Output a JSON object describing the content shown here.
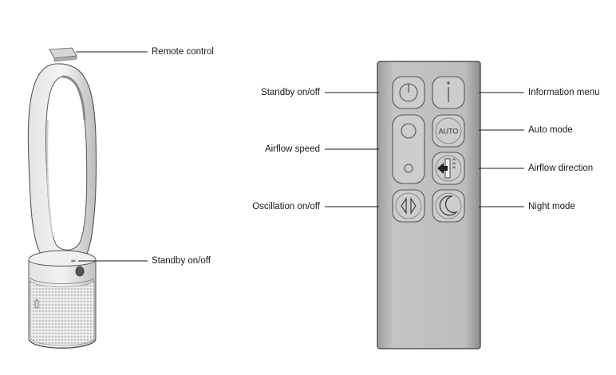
{
  "fan_labels": {
    "remote_control": "Remote control",
    "standby": "Standby on/off"
  },
  "remote_labels": {
    "standby": "Standby on/off",
    "airflow_speed": "Airflow speed",
    "oscillation": "Oscillation on/off",
    "information_menu": "Information menu",
    "auto_mode": "Auto mode",
    "airflow_direction": "Airflow direction",
    "night_mode": "Night mode"
  },
  "buttons": {
    "auto_text": "AUTO"
  },
  "colors": {
    "remote_body": "#bcbcbc",
    "button_fill": "#cfcfcf",
    "line": "#1a1a1a"
  }
}
